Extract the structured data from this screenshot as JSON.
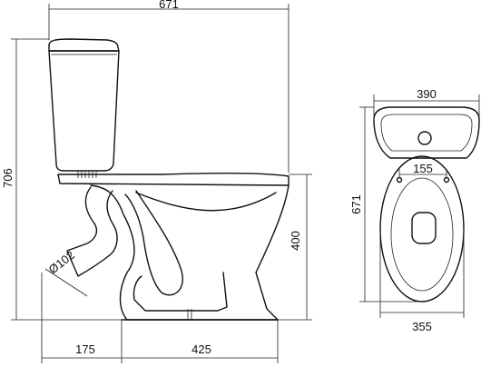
{
  "dimensions": {
    "overall_length": "671",
    "overall_height": "706",
    "outlet_height": "400",
    "outlet_offset": "175",
    "base_length": "425",
    "outlet_diameter": "Ø102",
    "tank_width": "390",
    "hole_spacing": "155",
    "top_view_depth": "671",
    "base_width": "355"
  }
}
